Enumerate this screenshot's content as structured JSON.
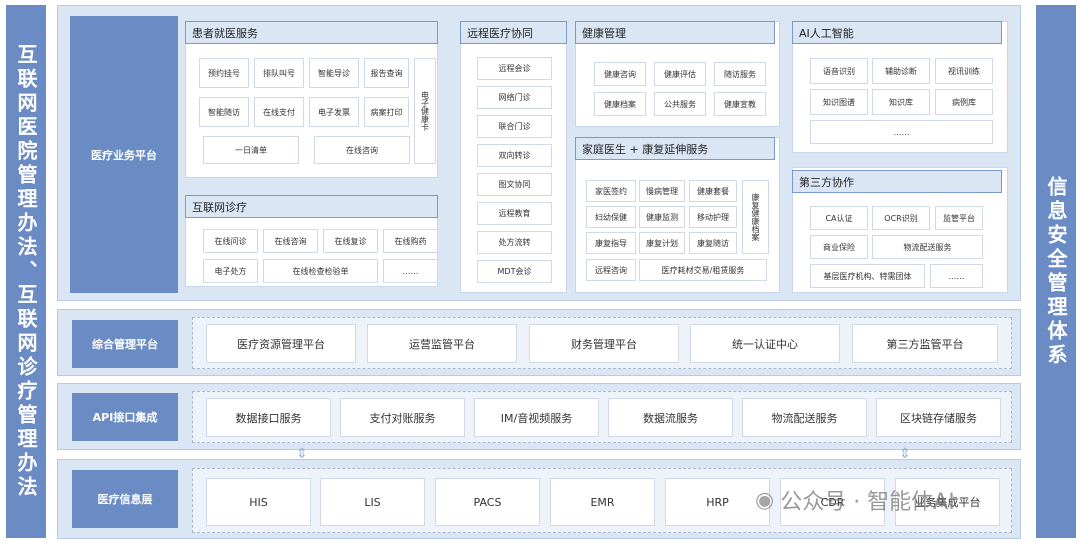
{
  "left_bar": "互联网医院管理办法、互联网诊疗管理办法",
  "right_bar": "信息安全管理体系",
  "platform": {
    "label": "医疗业务平台",
    "patient_service": {
      "title": "患者就医服务",
      "row1": [
        "预约挂号",
        "排队叫号",
        "智能导诊",
        "报告查询"
      ],
      "row2": [
        "智能随访",
        "在线支付",
        "电子发票",
        "病案打印"
      ],
      "row3": [
        "一日清单",
        "在线咨询"
      ],
      "side": "电子健康卡"
    },
    "internet_clinic": {
      "title": "互联网诊疗",
      "row1": [
        "在线问诊",
        "在线咨询",
        "在线复诊",
        "在线购药"
      ],
      "row2": [
        "电子处方",
        "在线检查检验单",
        "……"
      ]
    },
    "remote": {
      "title": "远程医疗协同",
      "items": [
        "远程会诊",
        "网络门诊",
        "联合门诊",
        "双向转诊",
        "图文协同",
        "远程教育",
        "处方流转",
        "MDT会诊"
      ]
    },
    "health": {
      "title": "健康管理",
      "row1": [
        "健康咨询",
        "健康评估",
        "随访服务"
      ],
      "row2": [
        "健康档案",
        "公共服务",
        "健康宣教"
      ]
    },
    "family": {
      "title": "家庭医生 + 康复延伸服务",
      "row1": [
        "家医签约",
        "慢病管理",
        "健康套餐"
      ],
      "row2": [
        "妇幼保健",
        "健康监测",
        "移动护理"
      ],
      "row3": [
        "康复指导",
        "康复计划",
        "康复随访"
      ],
      "row4": [
        "远程咨询",
        "医疗耗材交易/租赁服务"
      ],
      "side": "康复健康档案"
    },
    "ai": {
      "title": "AI人工智能",
      "row1": [
        "语音识别",
        "辅助诊断",
        "视讯训练"
      ],
      "row2": [
        "知识图谱",
        "知识库",
        "病例库"
      ],
      "row3": "……"
    },
    "third": {
      "title": "第三方协作",
      "row1": [
        "CA认证",
        "OCR识别",
        "监管平台"
      ],
      "row2": [
        "商业保险",
        "物流配送服务"
      ],
      "row3": [
        "基层医疗机构、特需团体",
        "……"
      ]
    }
  },
  "mgmt": {
    "label": "综合管理平台",
    "items": [
      "医疗资源管理平台",
      "运营监管平台",
      "财务管理平台",
      "统一认证中心",
      "第三方监管平台"
    ]
  },
  "api": {
    "label": "API接口集成",
    "items": [
      "数据接口服务",
      "支付对账服务",
      "IM/音视频服务",
      "数据流服务",
      "物流配送服务",
      "区块链存储服务"
    ]
  },
  "info": {
    "label": "医疗信息层",
    "items": [
      "HIS",
      "LIS",
      "PACS",
      "EMR",
      "HRP",
      "CDR",
      "业务集成平台"
    ]
  },
  "watermark": "公众号 · 智能体AI"
}
